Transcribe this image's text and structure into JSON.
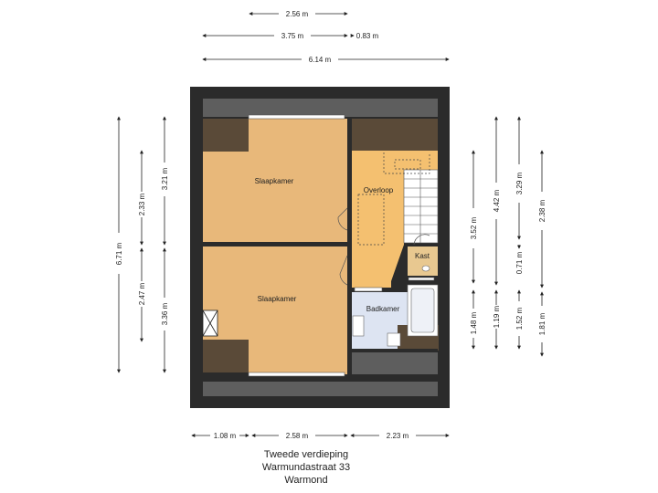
{
  "colors": {
    "wall": "#2b2b2b",
    "roof": "#5e5e5e",
    "bedroom": "#e8b87a",
    "hall": "#f4c070",
    "bathroom": "#dde4f2",
    "storage": "#e8c890",
    "eaves": "#5a4a38"
  },
  "dimensions_top": {
    "d1": "2.56 m",
    "d2": "3.75 m",
    "d3": "0.83 m",
    "d4": "6.14 m"
  },
  "dimensions_left": {
    "total": "6.71 m",
    "a": "2.33 m",
    "b": "2.47 m",
    "c": "3.21 m",
    "d": "3.36 m"
  },
  "dimensions_right": {
    "a": "3.52 m",
    "b": "1.48 m",
    "c": "4.42 m",
    "d": "1.19 m",
    "e": "3.29 m",
    "f": "0.71 m",
    "g": "1.52 m",
    "h": "2.38 m",
    "i": "1.81 m"
  },
  "dimensions_bottom": {
    "a": "1.08 m",
    "b": "2.58 m",
    "c": "2.23 m"
  },
  "rooms": {
    "bedroom1": "Slaapkamer",
    "bedroom2": "Slaapkamer",
    "landing": "Overloop",
    "closet": "Kast",
    "bathroom": "Badkamer"
  },
  "caption": {
    "line1": "Tweede verdieping",
    "line2": "Warmundastraat 33",
    "line3": "Warmond"
  }
}
